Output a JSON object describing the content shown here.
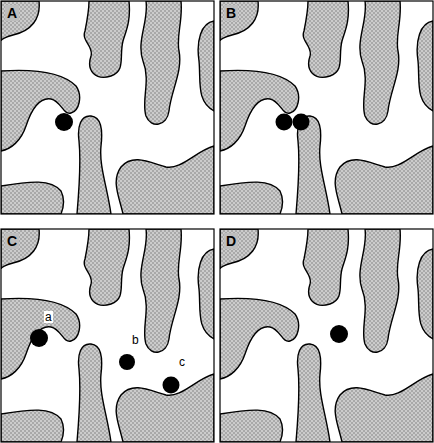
{
  "diagram": {
    "labels": [
      "A",
      "B",
      "C",
      "D",
      "a",
      "b",
      "c"
    ]
  }
}
